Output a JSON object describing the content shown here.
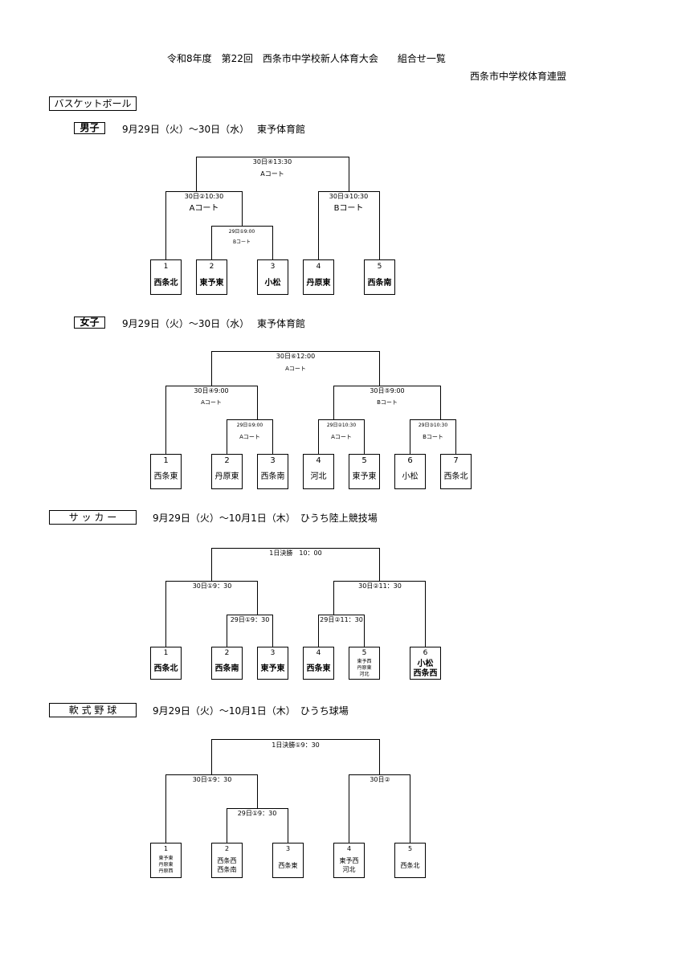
{
  "header": {
    "title": "令和8年度　第22回　西条市中学校新人体育大会　　組合せ一覧",
    "organizer": "西条市中学校体育連盟"
  },
  "basketball": {
    "label": "バスケットボール",
    "boys": {
      "tag": "男子",
      "info": "9月29日（火）～30日（水）　 東予体育館",
      "final": {
        "line1": "30日④13:30",
        "line2": "Aコート"
      },
      "semi_left": {
        "line1": "30日②10:30",
        "line2": "Aコート"
      },
      "semi_right": {
        "line1": "30日③10:30",
        "line2": "Bコート"
      },
      "first": {
        "line1": "29日①9:00",
        "line2": "Bコート"
      },
      "teams": [
        {
          "no": "1",
          "name": "西条北"
        },
        {
          "no": "2",
          "name": "東予東"
        },
        {
          "no": "3",
          "name": "小松"
        },
        {
          "no": "4",
          "name": "丹原東"
        },
        {
          "no": "5",
          "name": "西条南"
        }
      ]
    },
    "girls": {
      "tag": "女子",
      "info": "9月29日（火）～30日（水）　 東予体育館",
      "final": {
        "line1": "30日⑥12:00",
        "line2": "Aコート"
      },
      "semi_left": {
        "line1": "30日④9:00",
        "line2": "Aコート"
      },
      "semi_right": {
        "line1": "30日⑤9:00",
        "line2": "Bコート"
      },
      "r1_a": {
        "line1": "29日①9:00",
        "line2": "Aコート"
      },
      "r1_b": {
        "line1": "29日②10:30",
        "line2": "Aコート"
      },
      "r1_c": {
        "line1": "29日③10:30",
        "line2": "Bコート"
      },
      "teams": [
        {
          "no": "1",
          "name": "西条東"
        },
        {
          "no": "2",
          "name": "丹原東"
        },
        {
          "no": "3",
          "name": "西条南"
        },
        {
          "no": "4",
          "name": "河北"
        },
        {
          "no": "5",
          "name": "東予東"
        },
        {
          "no": "6",
          "name": "小松"
        },
        {
          "no": "7",
          "name": "西条北"
        }
      ]
    }
  },
  "soccer": {
    "label": "サ ッ カ ー",
    "info": "9月29日（火）～10月1日（木）　ひうち陸上競技場",
    "final": "1日決勝　10：00",
    "semi_left": "30日①9：30",
    "semi_right": "30日②11：30",
    "r1_left": "29日①9：30",
    "r1_right": "29日②11：30",
    "teams": [
      {
        "no": "1",
        "name": "西条北"
      },
      {
        "no": "2",
        "name": "西条南"
      },
      {
        "no": "3",
        "name": "東予東"
      },
      {
        "no": "4",
        "name": "西条東"
      },
      {
        "no": "5",
        "names": [
          "東予西",
          "丹原東",
          "河北"
        ]
      },
      {
        "no": "6",
        "names": [
          "小松",
          "西条西"
        ]
      }
    ]
  },
  "baseball": {
    "label": "軟 式 野 球",
    "info": "9月29日（火）～10月1日（木）　ひうち球場",
    "final": "1日決勝①9：30",
    "semi_left": "30日①9：30",
    "semi_right": "30日②",
    "r1": "29日①9：30",
    "teams": [
      {
        "no": "1",
        "names": [
          "東予東",
          "丹原東",
          "丹原西"
        ]
      },
      {
        "no": "2",
        "names": [
          "西条西",
          "西条南"
        ]
      },
      {
        "no": "3",
        "name": "西条東"
      },
      {
        "no": "4",
        "names": [
          "東予西",
          "河北"
        ]
      },
      {
        "no": "5",
        "name": "西条北"
      }
    ]
  }
}
